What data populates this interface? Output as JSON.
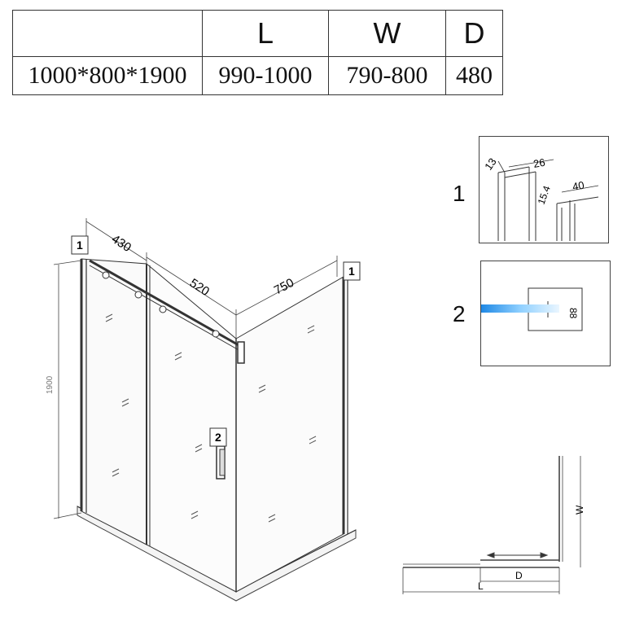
{
  "spec_table": {
    "headers": [
      "",
      "L",
      "W",
      "D"
    ],
    "row": [
      "1000*800*1900",
      "990-1000",
      "790-800",
      "480"
    ]
  },
  "main_drawing": {
    "dim_top_left": "430",
    "dim_top_mid": "520",
    "dim_right": "750",
    "dim_height": "1900",
    "callout_1": "1",
    "callout_2": "2"
  },
  "detail_1": {
    "number": "1",
    "dim_a": "13",
    "dim_b": "26",
    "dim_c": "40",
    "dim_d": "15.4"
  },
  "detail_2": {
    "number": "2",
    "label": "88"
  },
  "plan_view": {
    "label_w": "W",
    "label_d": "D",
    "label_l": "L"
  },
  "colors": {
    "line": "#333333",
    "glass_highlight": "#3aa0e8"
  }
}
